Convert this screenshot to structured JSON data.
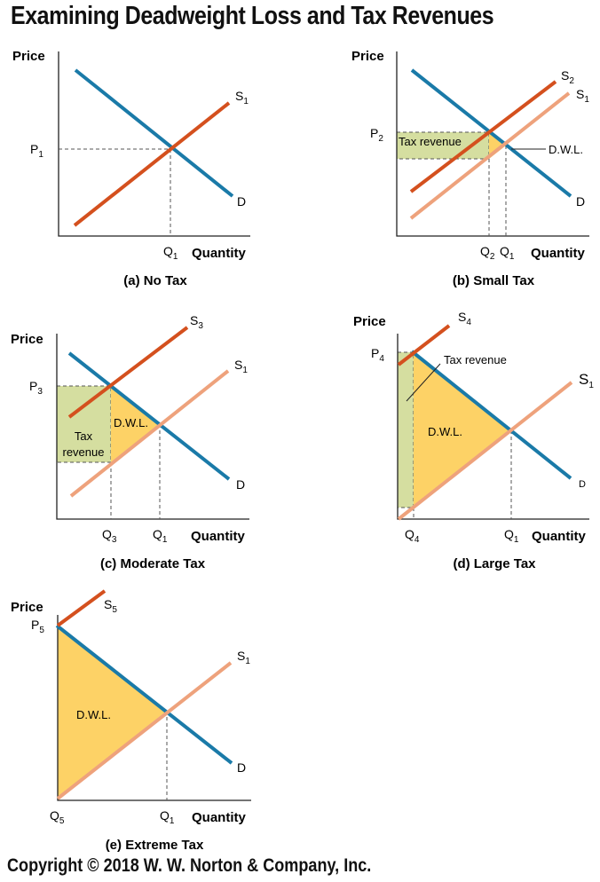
{
  "title": "Examining Deadweight Loss and Tax Revenues",
  "copyright": "Copyright © 2018 W. W. Norton & Company, Inc.",
  "colors": {
    "demand": "#1a7aa8",
    "supply_original": "#eea27c",
    "supply_taxed": "#d4501e",
    "tax_revenue_fill": "#d5dea0",
    "dwl_fill": "#fdd266",
    "axis": "#222222"
  },
  "axis_labels": {
    "y": "Price",
    "x": "Quantity"
  },
  "panels": [
    {
      "caption": "(a) No Tax",
      "labels": {
        "price": "P",
        "price_sub": "1",
        "qty": "Q",
        "qty_sub": "1",
        "supply": "S",
        "supply_sub": "1",
        "demand": "D"
      }
    },
    {
      "caption": "(b) Small Tax",
      "labels": {
        "price": "P",
        "price_sub": "2",
        "qty_taxed": "Q",
        "qty_taxed_sub": "2",
        "qty": "Q",
        "qty_sub": "1",
        "supply": "S",
        "supply_sub": "1",
        "supply_taxed": "S",
        "supply_taxed_sub": "2",
        "demand": "D",
        "tax_revenue": "Tax revenue",
        "dwl": "D.W.L."
      }
    },
    {
      "caption": "(c) Moderate Tax",
      "labels": {
        "price": "P",
        "price_sub": "3",
        "qty_taxed": "Q",
        "qty_taxed_sub": "3",
        "qty": "Q",
        "qty_sub": "1",
        "supply": "S",
        "supply_sub": "1",
        "supply_taxed": "S",
        "supply_taxed_sub": "3",
        "demand": "D",
        "tax_revenue_1": "Tax",
        "tax_revenue_2": "revenue",
        "dwl": "D.W.L."
      }
    },
    {
      "caption": "(d) Large Tax",
      "labels": {
        "price": "P",
        "price_sub": "4",
        "qty_taxed": "Q",
        "qty_taxed_sub": "4",
        "qty": "Q",
        "qty_sub": "1",
        "supply": "S",
        "supply_sub": "1",
        "supply_taxed": "S",
        "supply_taxed_sub": "4",
        "demand": "D",
        "tax_revenue": "Tax revenue",
        "dwl": "D.W.L."
      }
    },
    {
      "caption": "(e) Extreme Tax",
      "labels": {
        "price": "P",
        "price_sub": "5",
        "qty_taxed": "Q",
        "qty_taxed_sub": "5",
        "qty": "Q",
        "qty_sub": "1",
        "supply": "S",
        "supply_sub": "1",
        "supply_taxed": "S",
        "supply_taxed_sub": "5",
        "demand": "D",
        "dwl": "D.W.L."
      }
    }
  ]
}
